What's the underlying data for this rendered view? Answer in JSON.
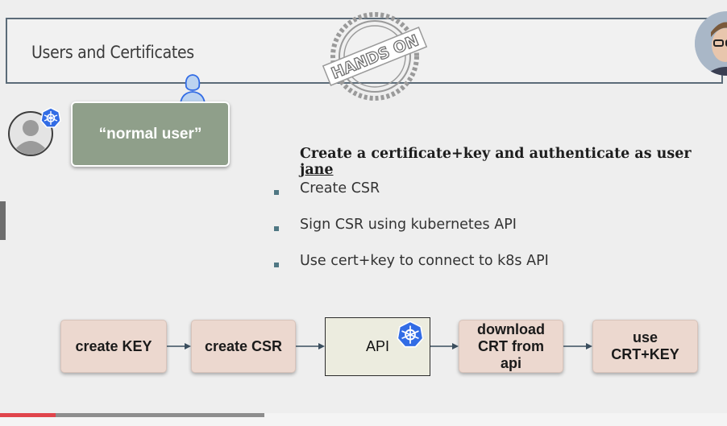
{
  "slide": {
    "title": "Users and Certificates",
    "stamp_text": "HANDS ON",
    "normal_user_label": "“normal user”",
    "headline_prefix": "Create a certificate+key and authenticate as user ",
    "headline_user": "jane",
    "bullets": [
      "Create CSR",
      "Sign CSR using kubernetes API",
      "Use cert+key to connect to k8s API"
    ]
  },
  "flow": {
    "steps": [
      {
        "line1": "create KEY",
        "line2": "",
        "line3": ""
      },
      {
        "line1": "create CSR",
        "line2": "",
        "line3": ""
      },
      {
        "line1": "API",
        "line2": "",
        "line3": ""
      },
      {
        "line1": "download",
        "line2": "CRT from",
        "line3": "api"
      },
      {
        "line1": "use",
        "line2": "CRT+KEY",
        "line3": ""
      }
    ]
  },
  "video": {
    "progress_played": 0.077,
    "progress_buffered": 0.364
  },
  "colors": {
    "accent_blue": "#326ce5",
    "box_green": "#8f9f8a",
    "box_peach": "#ecd8cf",
    "progress_red": "#e0444b",
    "bullet_teal": "#4f7783"
  },
  "icons": {
    "avatar": "user-avatar-icon",
    "k8s": "kubernetes-icon",
    "female": "female-user-icon"
  }
}
